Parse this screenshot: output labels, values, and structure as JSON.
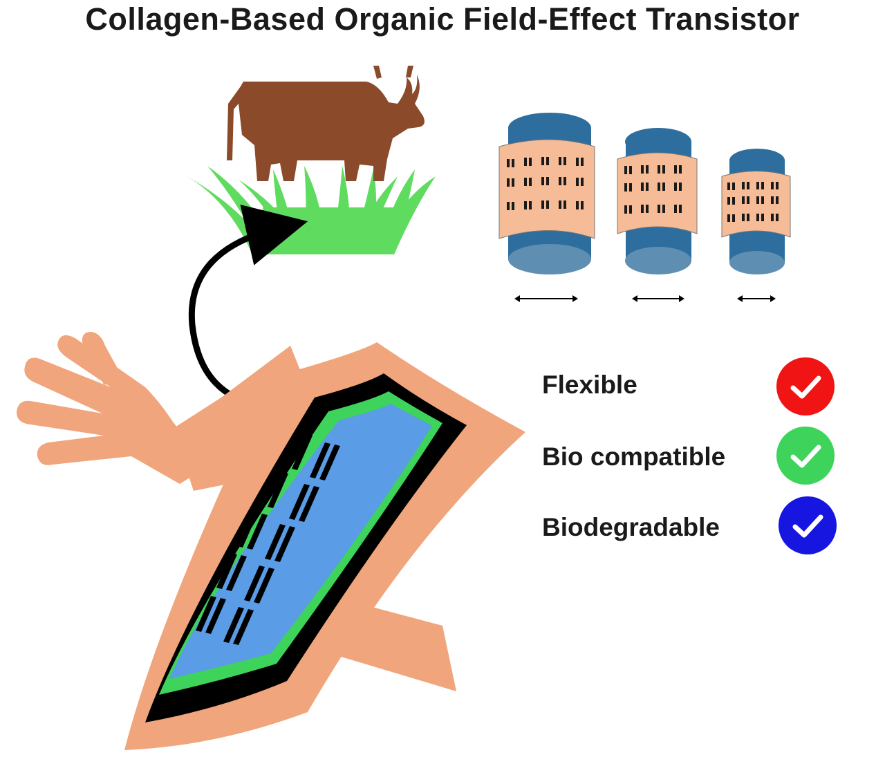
{
  "title": "Collagen-Based Organic Field-Effect Transistor",
  "features": [
    {
      "label": "Flexible",
      "color": "#f01414",
      "icon": "checkmark-icon"
    },
    {
      "label": "Bio compatible",
      "color": "#3ed35a",
      "icon": "checkmark-icon"
    },
    {
      "label": "Biodegradable",
      "color": "#1616e0",
      "icon": "checkmark-icon"
    }
  ],
  "colors": {
    "cow": "#8b4a2a",
    "grass": "#5fdc5f",
    "skin": "#f0a57c",
    "device_blue": "#5a9ce6",
    "device_green": "#3ed35a",
    "cylinder_blue": "#2e6e9e",
    "film": "#f6bc97"
  }
}
